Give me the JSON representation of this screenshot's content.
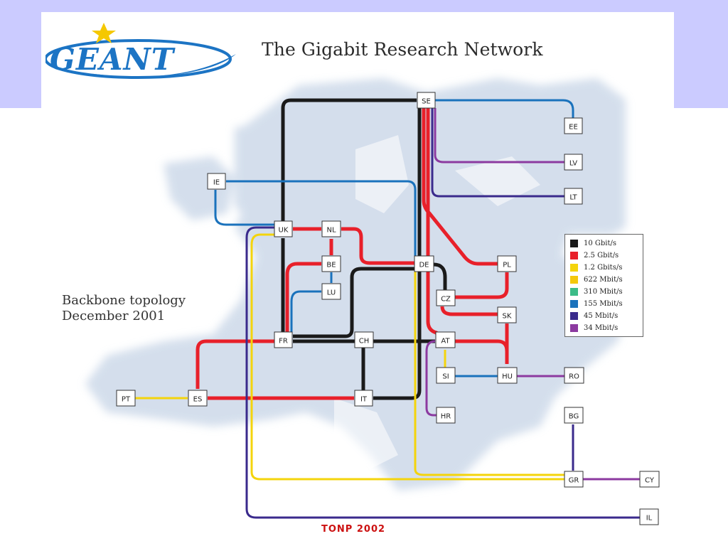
{
  "header": {
    "logo_text": "GEANT",
    "title": "The Gigabit Research Network"
  },
  "caption": {
    "line1": "Backbone topology",
    "line2": "December 2001"
  },
  "footer": {
    "text": "TONP 2002"
  },
  "colors": {
    "band": "#cbcbff",
    "logo_blue": "#1c74c4",
    "star": "#f5c800",
    "map_land": "#c6d4e6"
  },
  "legend": [
    {
      "label": "10 Gbit/s",
      "color": "#1a1a1a"
    },
    {
      "label": "2.5 Gbit/s",
      "color": "#e8202a"
    },
    {
      "label": "1.2 Gbits/s",
      "color": "#f4d40c"
    },
    {
      "label": "622 Mbit/s",
      "color": "#f4c80c"
    },
    {
      "label": "310 Mbit/s",
      "color": "#3cbc88"
    },
    {
      "label": "155 Mbit/s",
      "color": "#1a72bc"
    },
    {
      "label": "45 Mbit/s",
      "color": "#3a2a8c"
    },
    {
      "label": "34 Mbit/s",
      "color": "#8c3aa0"
    }
  ],
  "nodes": [
    {
      "code": "SE"
    },
    {
      "code": "EE"
    },
    {
      "code": "LV"
    },
    {
      "code": "LT"
    },
    {
      "code": "IE"
    },
    {
      "code": "UK"
    },
    {
      "code": "NL"
    },
    {
      "code": "BE"
    },
    {
      "code": "LU"
    },
    {
      "code": "DE"
    },
    {
      "code": "PL"
    },
    {
      "code": "CZ"
    },
    {
      "code": "SK"
    },
    {
      "code": "FR"
    },
    {
      "code": "CH"
    },
    {
      "code": "AT"
    },
    {
      "code": "SI"
    },
    {
      "code": "HU"
    },
    {
      "code": "RO"
    },
    {
      "code": "PT"
    },
    {
      "code": "ES"
    },
    {
      "code": "IT"
    },
    {
      "code": "HR"
    },
    {
      "code": "BG"
    },
    {
      "code": "GR"
    },
    {
      "code": "CY"
    },
    {
      "code": "IL"
    }
  ]
}
